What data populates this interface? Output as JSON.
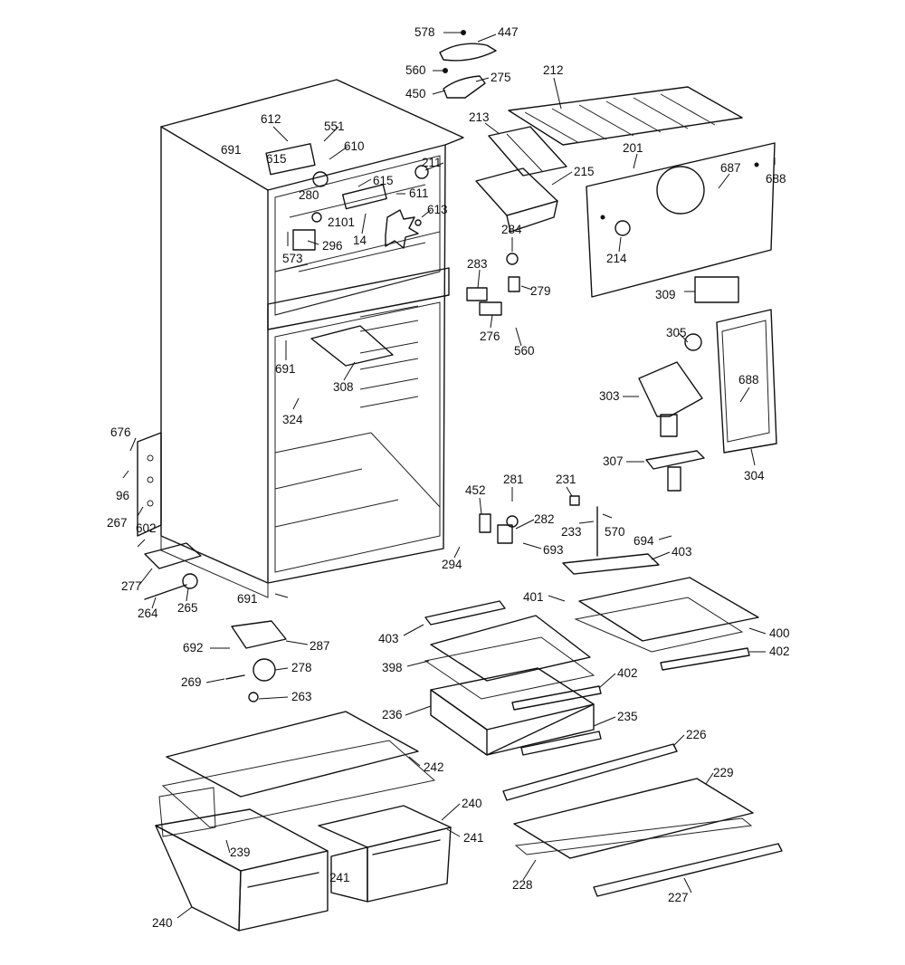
{
  "diagram": {
    "callouts": [
      {
        "id": "578",
        "label": "578"
      },
      {
        "id": "447",
        "label": "447"
      },
      {
        "id": "560a",
        "label": "560"
      },
      {
        "id": "275",
        "label": "275"
      },
      {
        "id": "450",
        "label": "450"
      },
      {
        "id": "212",
        "label": "212"
      },
      {
        "id": "213",
        "label": "213"
      },
      {
        "id": "201",
        "label": "201"
      },
      {
        "id": "687",
        "label": "687"
      },
      {
        "id": "688a",
        "label": "688"
      },
      {
        "id": "215",
        "label": "215"
      },
      {
        "id": "612",
        "label": "612"
      },
      {
        "id": "551",
        "label": "551"
      },
      {
        "id": "691a",
        "label": "691"
      },
      {
        "id": "610",
        "label": "610"
      },
      {
        "id": "615a",
        "label": "615"
      },
      {
        "id": "211",
        "label": "211"
      },
      {
        "id": "280",
        "label": "280"
      },
      {
        "id": "615b",
        "label": "615"
      },
      {
        "id": "611",
        "label": "611"
      },
      {
        "id": "2101",
        "label": "2101"
      },
      {
        "id": "613",
        "label": "613"
      },
      {
        "id": "14",
        "label": "14"
      },
      {
        "id": "573",
        "label": "573"
      },
      {
        "id": "296",
        "label": "296"
      },
      {
        "id": "284",
        "label": "284"
      },
      {
        "id": "214",
        "label": "214"
      },
      {
        "id": "283",
        "label": "283"
      },
      {
        "id": "279",
        "label": "279"
      },
      {
        "id": "309",
        "label": "309"
      },
      {
        "id": "276",
        "label": "276"
      },
      {
        "id": "560b",
        "label": "560"
      },
      {
        "id": "305",
        "label": "305"
      },
      {
        "id": "691b",
        "label": "691"
      },
      {
        "id": "308",
        "label": "308"
      },
      {
        "id": "303",
        "label": "303"
      },
      {
        "id": "688b",
        "label": "688"
      },
      {
        "id": "324",
        "label": "324"
      },
      {
        "id": "676",
        "label": "676"
      },
      {
        "id": "96",
        "label": "96"
      },
      {
        "id": "307",
        "label": "307"
      },
      {
        "id": "304",
        "label": "304"
      },
      {
        "id": "452",
        "label": "452"
      },
      {
        "id": "281",
        "label": "281"
      },
      {
        "id": "231",
        "label": "231"
      },
      {
        "id": "267",
        "label": "267"
      },
      {
        "id": "282",
        "label": "282"
      },
      {
        "id": "233",
        "label": "233"
      },
      {
        "id": "570",
        "label": "570"
      },
      {
        "id": "602",
        "label": "602"
      },
      {
        "id": "694",
        "label": "694"
      },
      {
        "id": "693",
        "label": "693"
      },
      {
        "id": "403a",
        "label": "403"
      },
      {
        "id": "294",
        "label": "294"
      },
      {
        "id": "277",
        "label": "277"
      },
      {
        "id": "691c",
        "label": "691"
      },
      {
        "id": "401",
        "label": "401"
      },
      {
        "id": "264",
        "label": "264"
      },
      {
        "id": "265",
        "label": "265"
      },
      {
        "id": "400",
        "label": "400"
      },
      {
        "id": "403b",
        "label": "403"
      },
      {
        "id": "402a",
        "label": "402"
      },
      {
        "id": "692",
        "label": "692"
      },
      {
        "id": "287",
        "label": "287"
      },
      {
        "id": "398",
        "label": "398"
      },
      {
        "id": "402b",
        "label": "402"
      },
      {
        "id": "269",
        "label": "269"
      },
      {
        "id": "278",
        "label": "278"
      },
      {
        "id": "263",
        "label": "263"
      },
      {
        "id": "236",
        "label": "236"
      },
      {
        "id": "235",
        "label": "235"
      },
      {
        "id": "226",
        "label": "226"
      },
      {
        "id": "242",
        "label": "242"
      },
      {
        "id": "229",
        "label": "229"
      },
      {
        "id": "240a",
        "label": "240"
      },
      {
        "id": "241a",
        "label": "241"
      },
      {
        "id": "239",
        "label": "239"
      },
      {
        "id": "241b",
        "label": "241"
      },
      {
        "id": "228",
        "label": "228"
      },
      {
        "id": "227",
        "label": "227"
      },
      {
        "id": "240b",
        "label": "240"
      }
    ]
  }
}
